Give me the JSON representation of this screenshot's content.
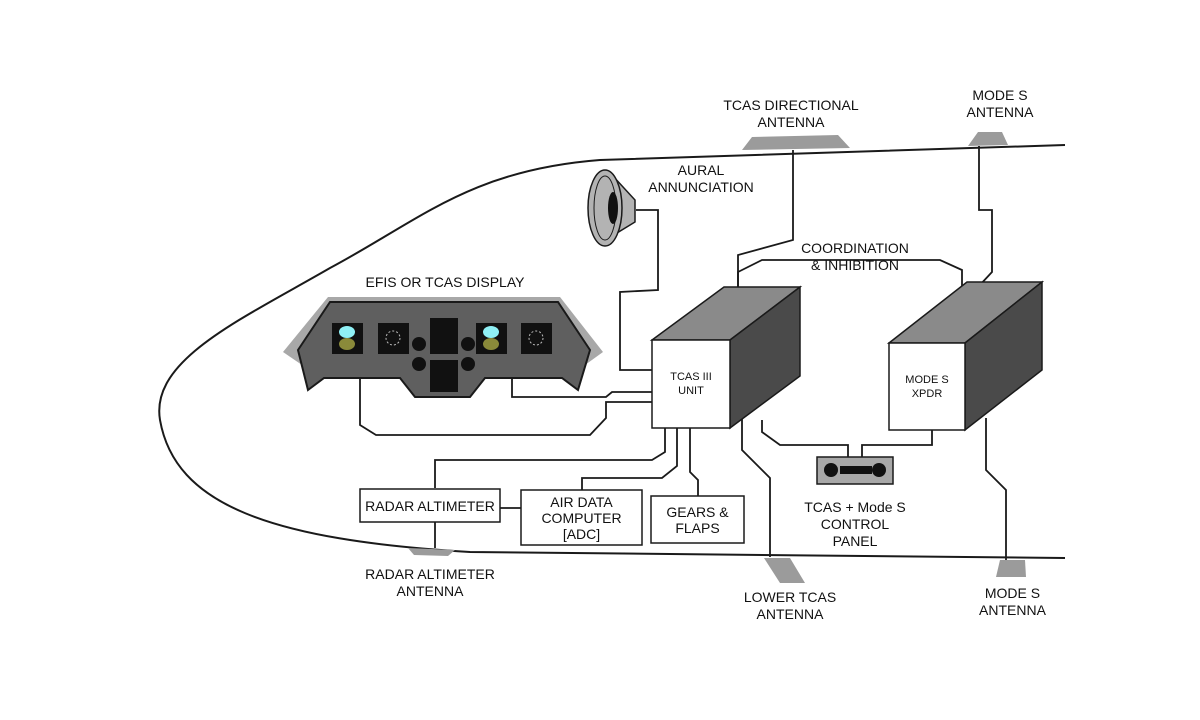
{
  "labels": {
    "tcas_directional_antenna": [
      "TCAS DIRECTIONAL",
      "ANTENNA"
    ],
    "mode_s_antenna_top": [
      "MODE S",
      "ANTENNA"
    ],
    "aural_annunciation": [
      "AURAL",
      "ANNUNCIATION"
    ],
    "coordination": [
      "COORDINATION",
      "& INHIBITION"
    ],
    "efis_display": "EFIS OR TCAS DISPLAY",
    "tcas_unit": [
      "TCAS III",
      "UNIT"
    ],
    "mode_s_xpdr": [
      "MODE S",
      "XPDR"
    ],
    "radar_altimeter": "RADAR ALTIMETER",
    "air_data_computer": [
      "AIR DATA",
      "COMPUTER",
      "[ADC]"
    ],
    "gears_flaps": [
      "GEARS &",
      "FLAPS"
    ],
    "control_panel": [
      "TCAS + Mode S",
      "CONTROL",
      "PANEL"
    ],
    "radar_altimeter_antenna": [
      "RADAR ALTIMETER",
      "ANTENNA"
    ],
    "lower_tcas_antenna": [
      "LOWER TCAS",
      "ANTENNA"
    ],
    "mode_s_antenna_bottom": [
      "MODE S",
      "ANTENNA"
    ]
  },
  "colors": {
    "line": "#1a1a1a",
    "antenna": "#9b9b9b",
    "box_front": "#ffffff",
    "box_top": "#8a8a8a",
    "box_side": "#4a4a4a",
    "display_bezel": "#5f5f5f",
    "display_outer": "#a8a8a8",
    "screen_cyan": "#8ff0f5",
    "screen_olive": "#8a8a3a",
    "speaker": "#b3b3b3"
  }
}
